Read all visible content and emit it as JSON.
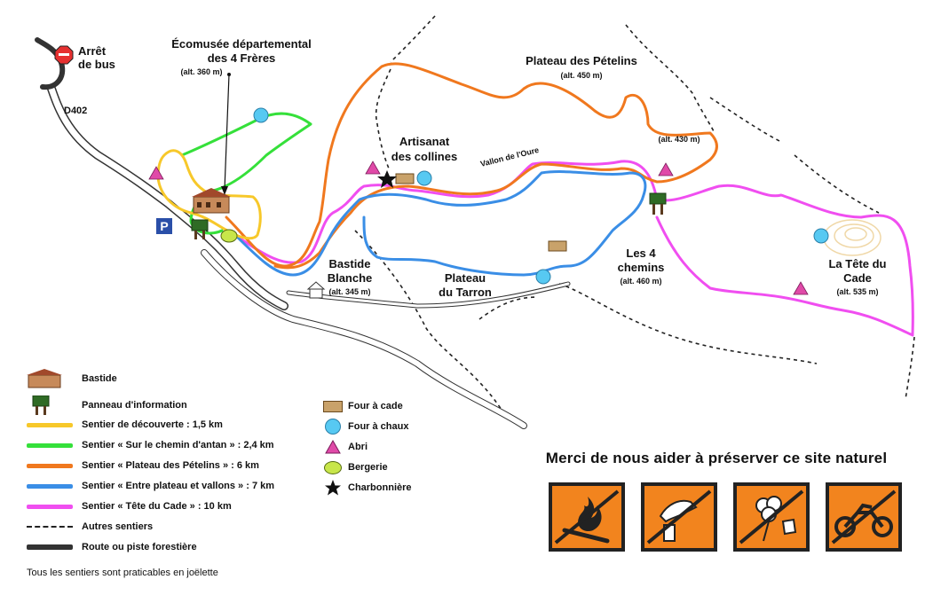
{
  "map": {
    "labels": {
      "arret_bus": [
        "Arrêt",
        "de bus"
      ],
      "d402": "D402",
      "ecomusee": [
        "Écomusée départemental",
        "des 4 Frères"
      ],
      "ecomusee_alt": "(alt. 360 m)",
      "petelins": "Plateau des Pételins",
      "petelins_alt": "(alt. 450 m)",
      "alt430": "(alt. 430 m)",
      "artisanat": [
        "Artisanat",
        "des collines"
      ],
      "vallon": "Vallon de l'Oure",
      "bastide_blanche": [
        "Bastide",
        "Blanche"
      ],
      "bastide_blanche_alt": "(alt. 345 m)",
      "tarron": [
        "Plateau",
        "du Tarron"
      ],
      "quatre_chemins": [
        "Les 4",
        "chemins"
      ],
      "quatre_chemins_alt": "(alt. 460 m)",
      "tete_cade": [
        "La Tête du",
        "Cade"
      ],
      "tete_cade_alt": "(alt. 535 m)",
      "parking": "P"
    },
    "colors": {
      "yellow": "#f7c82a",
      "green": "#35e03a",
      "orange": "#f0781e",
      "blue": "#3a8ee6",
      "magenta": "#f04ef0",
      "road": "#333333",
      "abri": "#e04aa8",
      "four_chaux": "#57c9f2",
      "four_cade": "#c9a26a",
      "bergerie": "#c8e64a"
    }
  },
  "legend": {
    "left": [
      {
        "label": "Bastide",
        "symbol": "bastide-icon"
      },
      {
        "label": "Panneau d'information",
        "symbol": "info-panel-icon"
      },
      {
        "label": "Sentier de découverte : 1,5 km",
        "color": "#f7c82a"
      },
      {
        "label": "Sentier « Sur le chemin d'antan » : 2,4 km",
        "color": "#35e03a"
      },
      {
        "label": "Sentier « Plateau des Pételins » : 6 km",
        "color": "#f0781e"
      },
      {
        "label": "Sentier « Entre plateau et vallons » : 7 km",
        "color": "#3a8ee6"
      },
      {
        "label": "Sentier « Tête du Cade » : 10 km",
        "color": "#f04ef0"
      },
      {
        "label": "Autres sentiers",
        "symbol": "dashed-line"
      },
      {
        "label": "Route ou piste forestière",
        "symbol": "road-line"
      }
    ],
    "right": [
      {
        "label": "Four à cade",
        "symbol": "four-cade-icon"
      },
      {
        "label": "Four à chaux",
        "symbol": "four-chaux-icon"
      },
      {
        "label": "Abri",
        "symbol": "abri-icon"
      },
      {
        "label": "Bergerie",
        "symbol": "bergerie-icon"
      },
      {
        "label": "Charbonnière",
        "symbol": "star-icon"
      }
    ]
  },
  "note": "Tous les sentiers sont praticables en joëlette",
  "rules": {
    "title": "Merci de nous aider à préserver ce site naturel",
    "icons": [
      "no-fire-icon",
      "no-litter-icon",
      "no-flower-picking-icon",
      "no-motorbike-icon"
    ]
  }
}
